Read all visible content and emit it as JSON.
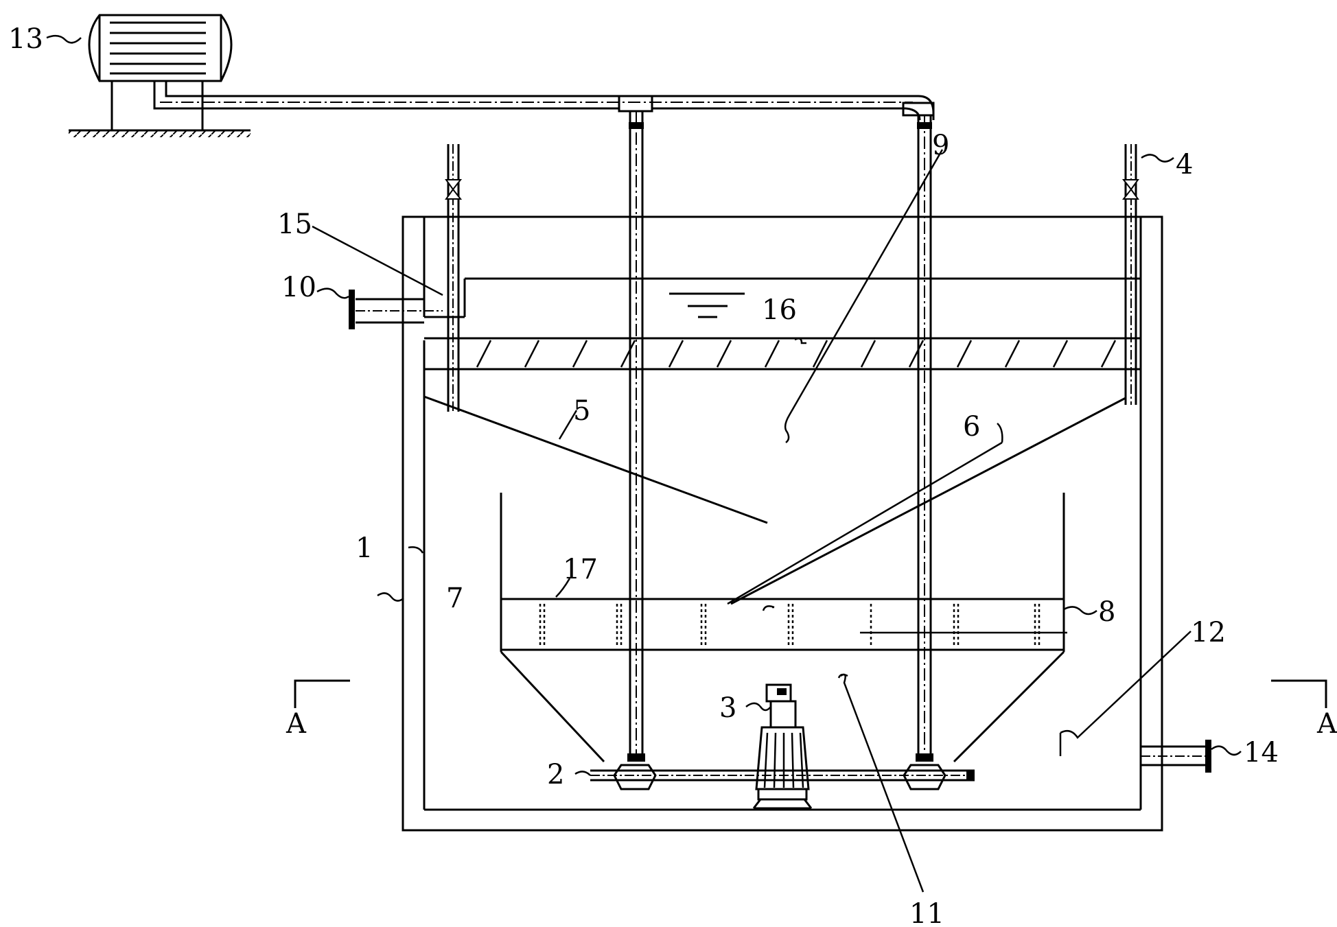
{
  "diagram": {
    "labels": {
      "tank": "1",
      "aerator_pipe": "2",
      "pump": "3",
      "inlet_pipe": "4",
      "baffle_left": "5",
      "baffle_right": "6",
      "screen_left": "7",
      "screen_right": "8",
      "upper_zone": "9",
      "outlet_pipe": "10",
      "bottom_zone": "11",
      "outer_zone": "12",
      "blower": "13",
      "drain_pipe": "14",
      "weir": "15",
      "packing_layer": "16",
      "filter_element": "17"
    },
    "section": {
      "left": "A",
      "right": "A"
    }
  }
}
